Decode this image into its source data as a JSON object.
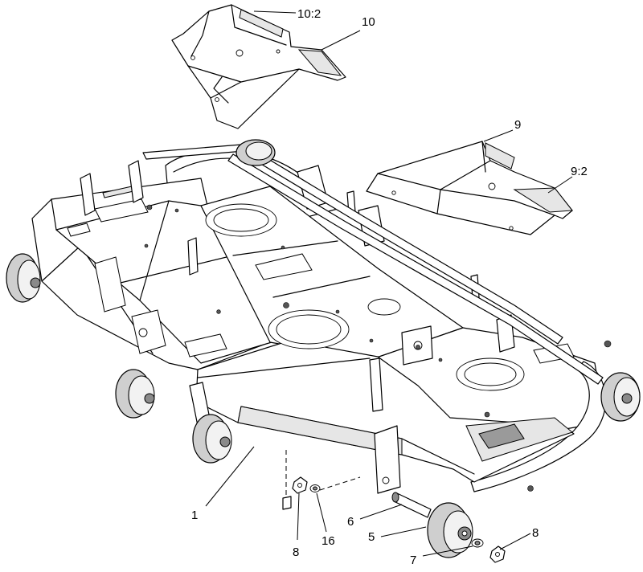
{
  "callouts": {
    "c_10_2": "10:2",
    "c_10": "10",
    "c_9": "9",
    "c_9_2": "9:2",
    "c_1": "1",
    "c_6": "6",
    "c_5": "5",
    "c_7": "7",
    "c_8_right": "8",
    "c_8_left": "8",
    "c_16": "16"
  }
}
